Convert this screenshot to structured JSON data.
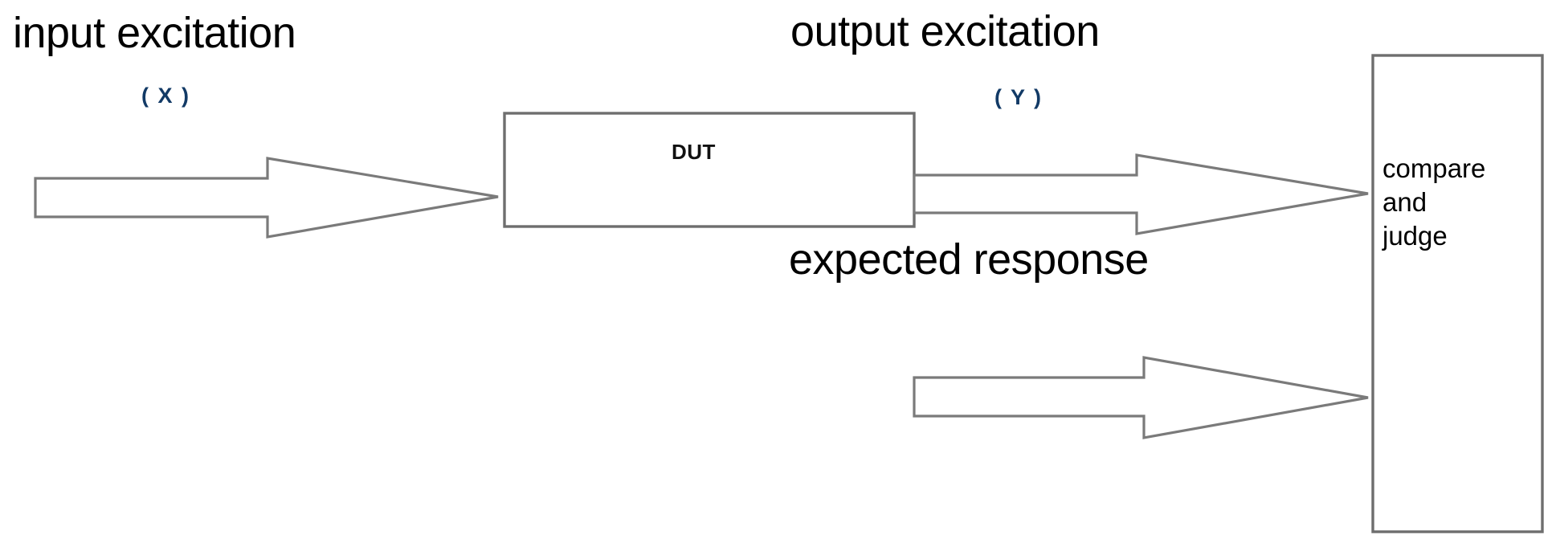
{
  "diagram": {
    "title_labels": {
      "input_excitation": "input excitation",
      "input_variable": "( X )",
      "output_excitation": "output excitation",
      "output_variable": "( Y )",
      "expected_response": "expected response"
    },
    "blocks": [
      {
        "id": "dut",
        "label": "DUT"
      },
      {
        "id": "comparator",
        "line1": "compare",
        "line2": "and",
        "line3": "judge"
      }
    ],
    "arrows": [
      {
        "id": "input-arrow",
        "from": "source",
        "to": "dut",
        "label": "input excitation"
      },
      {
        "id": "output-arrow",
        "from": "dut",
        "to": "comparator",
        "label": "output excitation"
      },
      {
        "id": "expected-response-arrow",
        "from": "expected",
        "to": "comparator",
        "label": "expected response"
      }
    ],
    "colors": {
      "stroke": "#7a7a7a",
      "box_stroke": "#6e6e6e",
      "text": "#000000",
      "variable_text": "#123a66",
      "background": "#ffffff"
    }
  }
}
